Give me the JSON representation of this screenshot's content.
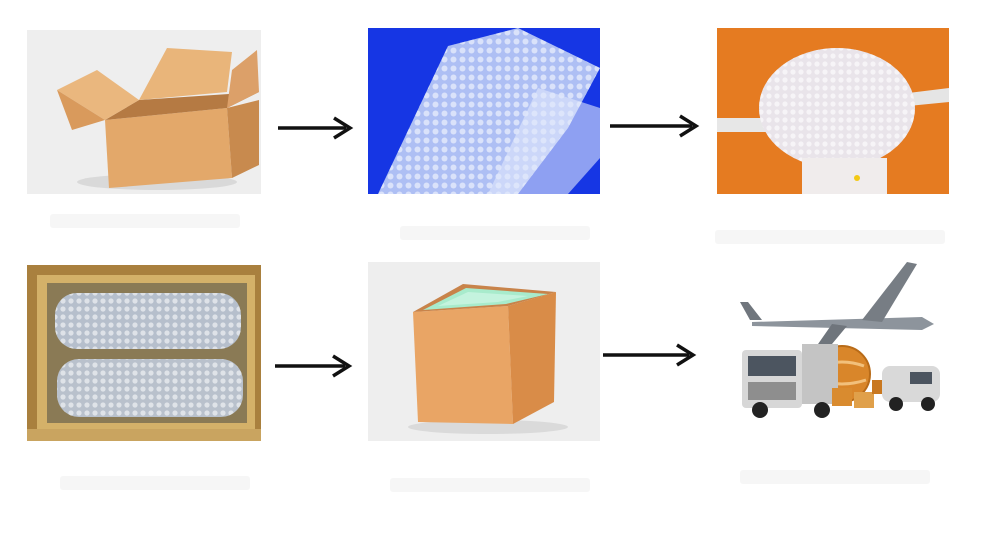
{
  "diagram": {
    "steps": [
      {
        "id": "open-carton-box"
      },
      {
        "id": "bubble-wrap-sheet"
      },
      {
        "id": "bubble-wrap-roll"
      },
      {
        "id": "wrapped-items-in-box"
      },
      {
        "id": "sealed-box-with-foam"
      },
      {
        "id": "shipping-transport"
      }
    ],
    "colors": {
      "cardboard": "#e0a86a",
      "cardboard_dark": "#c98b4e",
      "blue_background": "#1434e6",
      "orange_background": "#e77d22",
      "foam": "#9fe6c6",
      "arrow": "#111111"
    }
  }
}
